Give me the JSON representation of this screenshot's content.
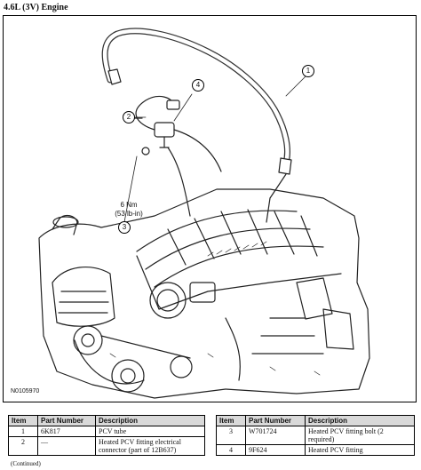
{
  "heading": "4.6L (3V) Engine",
  "figure": {
    "id": "N0105970",
    "torque_nm": "6 Nm",
    "torque_lbin": "(53 lb-in)",
    "callouts": [
      "1",
      "2",
      "3",
      "4"
    ]
  },
  "table": {
    "headers": {
      "item": "Item",
      "part_number": "Part Number",
      "description": "Description"
    },
    "left_rows": [
      {
        "item": "1",
        "part_number": "6K817",
        "description": "PCV tube"
      },
      {
        "item": "2",
        "part_number": "—",
        "description": "Heated PCV fitting electrical connector (part of 12B637)"
      }
    ],
    "right_rows": [
      {
        "item": "3",
        "part_number": "W701724",
        "description": "Heated PCV fitting bolt (2 required)"
      },
      {
        "item": "4",
        "part_number": "9F624",
        "description": "Heated PCV fitting"
      }
    ]
  },
  "footer_note": "(Continued)"
}
